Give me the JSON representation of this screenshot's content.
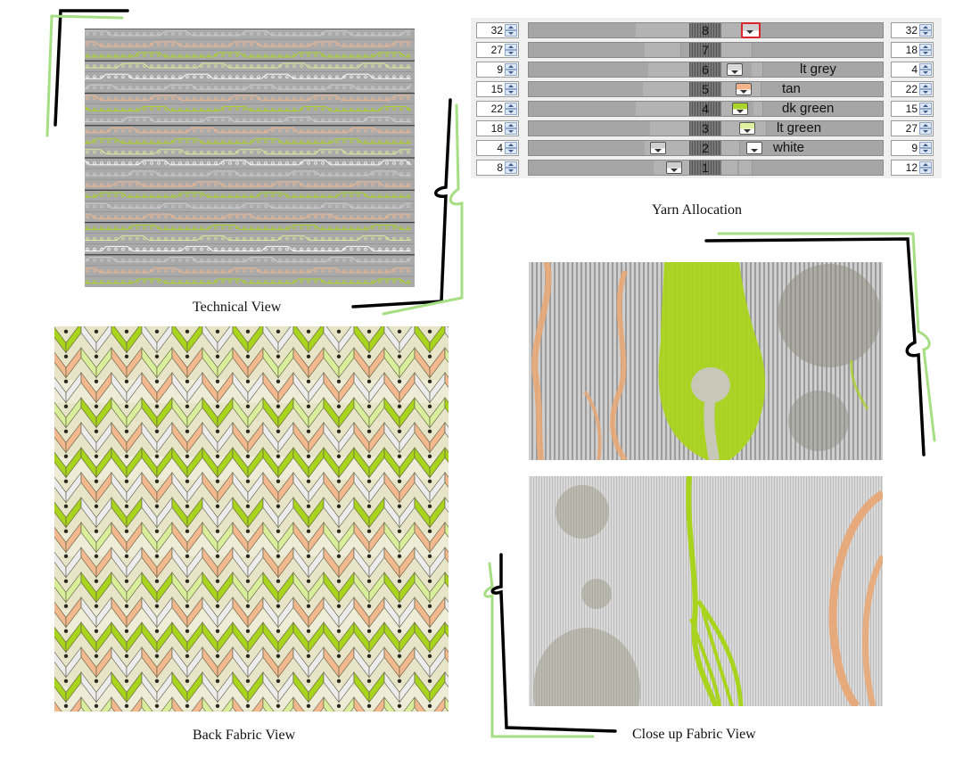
{
  "captions": {
    "technical_view": "Technical View",
    "yarn_allocation": "Yarn Allocation",
    "back_fabric_view": "Back Fabric View",
    "closeup_fabric_view": "Close up Fabric View"
  },
  "yarn_allocation": {
    "rows": [
      {
        "number": "8",
        "left_value": "32",
        "right_value": "32",
        "yarn": "",
        "selected": true
      },
      {
        "number": "7",
        "left_value": "27",
        "right_value": "18",
        "yarn": ""
      },
      {
        "number": "6",
        "left_value": "9",
        "right_value": "4",
        "yarn": "lt grey",
        "yarn_color": "#d8d8d8"
      },
      {
        "number": "5",
        "left_value": "15",
        "right_value": "22",
        "yarn": "tan",
        "yarn_color": "#f4b48a"
      },
      {
        "number": "4",
        "left_value": "22",
        "right_value": "15",
        "yarn": "dk green",
        "yarn_color": "#a8d42c"
      },
      {
        "number": "3",
        "left_value": "18",
        "right_value": "27",
        "yarn": "lt green",
        "yarn_color": "#dff0a0"
      },
      {
        "number": "2",
        "left_value": "4",
        "right_value": "9",
        "yarn": "white",
        "yarn_color": "#ffffff"
      },
      {
        "number": "1",
        "left_value": "8",
        "right_value": "12",
        "yarn": ""
      }
    ]
  },
  "colors": {
    "tan": "#f2b88e",
    "dk_green": "#a9d41e",
    "lt_green": "#d9ee9a",
    "lt_grey": "#cfcfcf",
    "selection_red": "#d9262c",
    "marker_green": "#a6de84"
  }
}
